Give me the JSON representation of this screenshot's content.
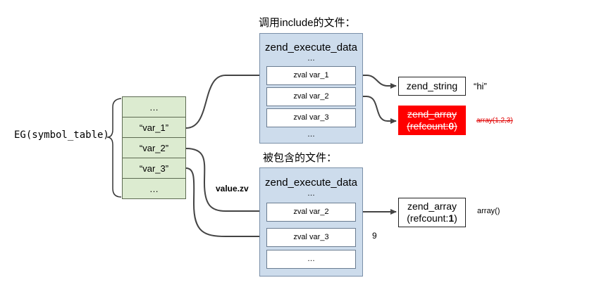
{
  "symbol_table": {
    "label": "EG(symbol_table)",
    "cells": [
      "…",
      "“var_1”",
      "“var_2”",
      "“var_3”",
      "…"
    ]
  },
  "include_caller": {
    "caption": "调用include的文件：",
    "title": "zend_execute_data",
    "top_dots": "…",
    "vars": [
      "zval var_1",
      "zval var_2",
      "zval var_3"
    ],
    "bottom_dots": "…"
  },
  "included_file": {
    "caption": "被包含的文件：",
    "title": "zend_execute_data",
    "top_dots": "…",
    "vars": [
      "zval var_2",
      "zval var_3"
    ],
    "bottom_dots": "…"
  },
  "zend_string": {
    "label": "zend_string",
    "value": "“hi”"
  },
  "zend_array_freed": {
    "line1": "zend_array",
    "line2_prefix": "(refcount:",
    "refcount": "0",
    "line2_suffix": ")",
    "value": "array(1,2,3)"
  },
  "zend_array_live": {
    "line1": "zend_array",
    "line2_prefix": "(refcount:",
    "refcount": "1",
    "line2_suffix": ")",
    "value": "array()"
  },
  "edge_label_value_zv": "value.zv",
  "stray_number": "9",
  "colors": {
    "cell_fill": "#dcebd0",
    "frame_fill": "#cddcec",
    "freed_fill": "#ff0000",
    "arrow": "#444444"
  }
}
